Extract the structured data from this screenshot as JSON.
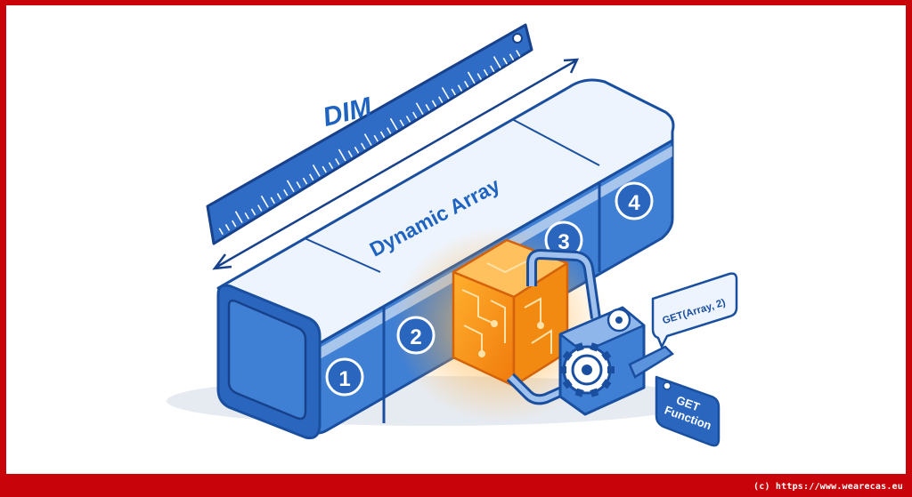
{
  "ruler": {
    "label": "DIM"
  },
  "array": {
    "title": "Dynamic Array",
    "cells": [
      "1",
      "2",
      "3",
      "4"
    ]
  },
  "callouts": {
    "call": "GET(Array, 2)",
    "function_line1": "GET",
    "function_line2": "Function"
  },
  "footer": {
    "copyright": "(c) https://www.wearecas.eu"
  },
  "colors": {
    "frame": "#c8040a",
    "blue_dark": "#1a4fa0",
    "blue_mid": "#3f7fd4",
    "blue_light": "#e8f1fc",
    "orange": "#f7941d"
  }
}
